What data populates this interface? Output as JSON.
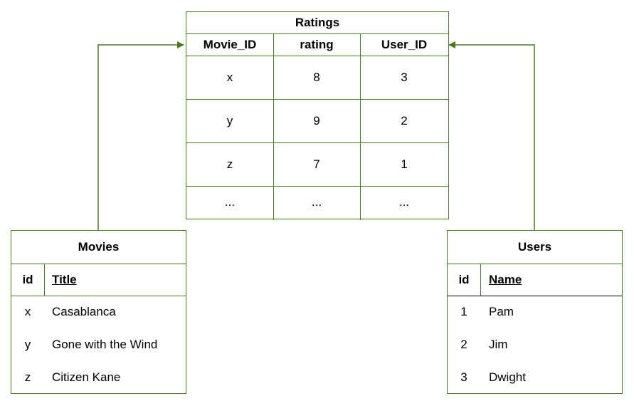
{
  "ratings": {
    "title": "Ratings",
    "headers": [
      "Movie_ID",
      "rating",
      "User_ID"
    ],
    "rows": [
      [
        "x",
        "8",
        "3"
      ],
      [
        "y",
        "9",
        "2"
      ],
      [
        "z",
        "7",
        "1"
      ],
      [
        "...",
        "...",
        "..."
      ]
    ]
  },
  "movies": {
    "title": "Movies",
    "headers": [
      "id",
      "Title"
    ],
    "rows": [
      [
        "x",
        "Casablanca"
      ],
      [
        "y",
        "Gone with the Wind"
      ],
      [
        "z",
        "Citizen Kane"
      ]
    ]
  },
  "users": {
    "title": "Users",
    "headers": [
      "id",
      "Name"
    ],
    "rows": [
      [
        "1",
        "Pam"
      ],
      [
        "2",
        "Jim"
      ],
      [
        "3",
        "Dwight"
      ]
    ]
  },
  "colors": {
    "stroke": "#4a7a22"
  }
}
